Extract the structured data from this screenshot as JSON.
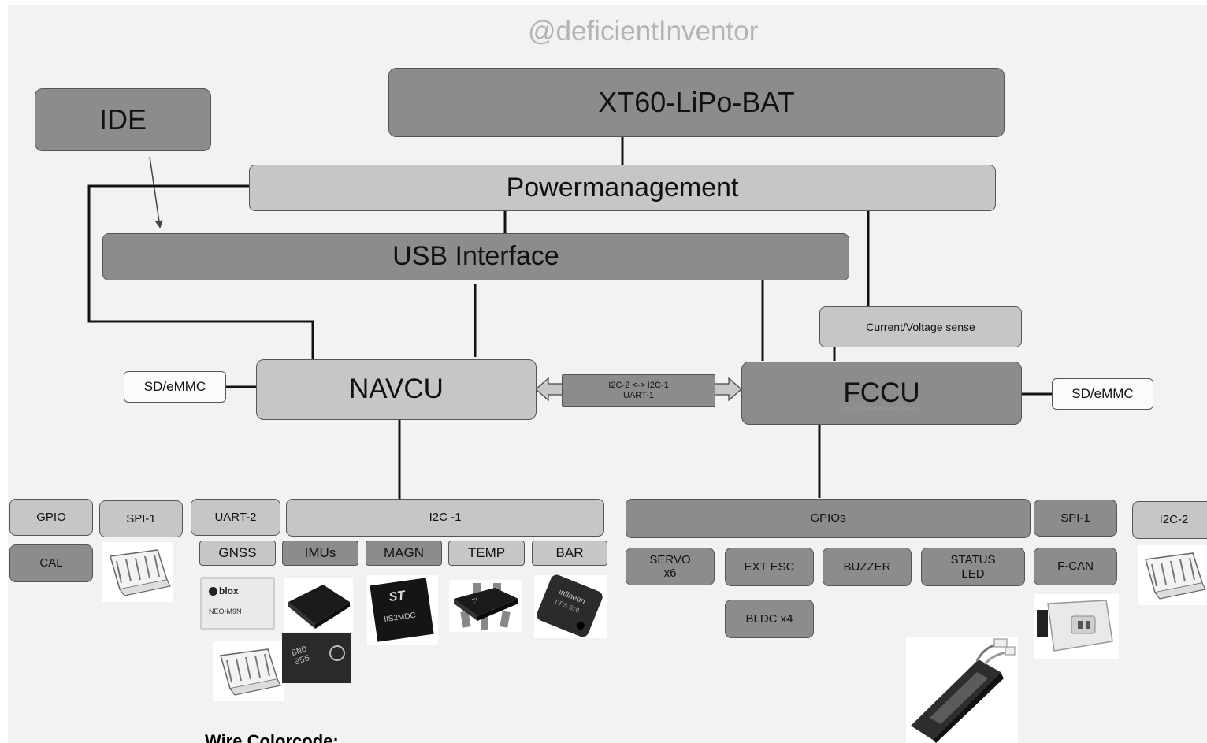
{
  "watermark": "@deficientInventor",
  "blocks": {
    "battery": "XT60-LiPo-BAT",
    "ide": "IDE",
    "power": "Powermanagement",
    "usb": "USB Interface",
    "sense": "Current/Voltage sense",
    "navcu": "NAVCU",
    "fccu": "FCCU",
    "sd_left": "SD/eMMC",
    "sd_right": "SD/eMMC",
    "link_line1": "I2C-2 <-> I2C-1",
    "link_line2": "UART-1"
  },
  "nav_bus": {
    "gpio": "GPIO",
    "spi": "SPI-1",
    "uart": "UART-2",
    "i2c": "I2C -1",
    "cal": "CAL",
    "gnss": "GNSS",
    "imus": "IMUs",
    "magn": "MAGN",
    "temp": "TEMP",
    "bar": "BAR"
  },
  "fc_bus": {
    "gpios": "GPIOs",
    "spi": "SPI-1",
    "i2c": "I2C-2",
    "servo_line1": "SERVO",
    "servo_line2": "x6",
    "ext_esc": "EXT ESC",
    "buzzer": "BUZZER",
    "status_line1": "STATUS",
    "status_line2": "LED",
    "fcan": "F-CAN",
    "bldc": "BLDC x4"
  },
  "chips": {
    "gnss_brand": "blox",
    "gnss_model": "NEO-M9N",
    "imu_marking_1": "BNO",
    "imu_marking_2": "055",
    "magn_brand": "ST",
    "magn_model": "IIS2MDC",
    "bar_brand": "infineon",
    "bar_model": "DPS-310"
  },
  "legend": {
    "title": "Wire Colorcode:"
  }
}
